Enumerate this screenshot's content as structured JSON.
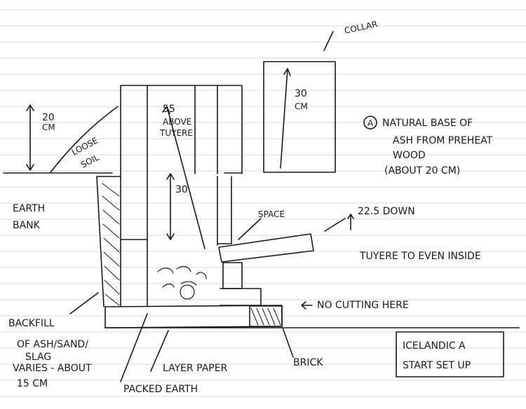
{
  "labels": {
    "collar": "COLLAR",
    "dim_20cm": [
      "20",
      "CM"
    ],
    "loose_soil": [
      "LOOSE",
      "SOIL"
    ],
    "dim_55": [
      "55",
      "ABOVE",
      "TUYERE"
    ],
    "dim_30_top": [
      "30",
      "CM"
    ],
    "dim_30_mid": "30",
    "note_a_marker": "A",
    "note_a": [
      "NATURAL BASE OF",
      "ASH FROM PREHEAT",
      "WOOD",
      "(ABOUT 20 CM)"
    ],
    "earth_bank": [
      "EARTH",
      "BANK"
    ],
    "space": "SPACE",
    "tuyere_angle": "22.5 DOWN",
    "tuyere_note": "TUYERE TO EVEN INSIDE",
    "no_cutting": "NO CUTTING HERE",
    "backfill": [
      "BACKFILL",
      "OF ASH/SAND/",
      "SLAG",
      "VARIES - ABOUT",
      "15 CM"
    ],
    "layer_paper": "LAYER PAPER",
    "brick": "BRICK",
    "packed_earth": "PACKED EARTH",
    "title_box": [
      "ICELANDIC A",
      "START SET UP"
    ]
  },
  "colors": {
    "ink": "#1a1a1a",
    "paper": "#ffffff",
    "rule": "#d9d9d9"
  }
}
